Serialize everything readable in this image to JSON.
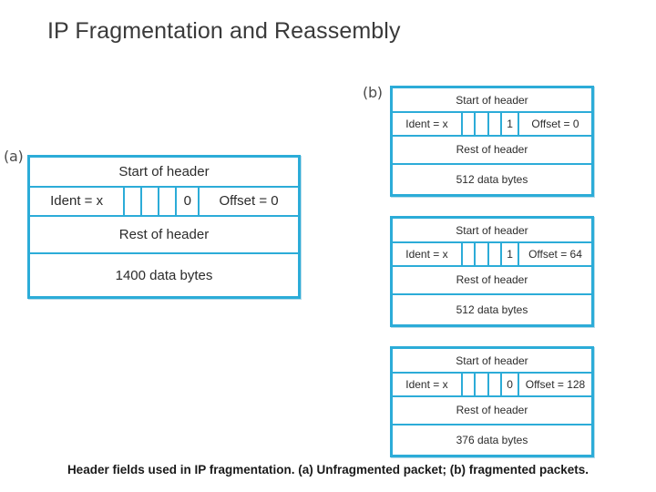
{
  "slide": {
    "title": "IP Fragmentation and Reassembly",
    "caption": "Header fields used in IP fragmentation. (a) Unfragmented packet; (b) fragmented packets.",
    "accent_color": "#2cacd8",
    "text_color": "#2b2b2b",
    "background_color": "#ffffff"
  },
  "groups": [
    {
      "id": "a",
      "label": "(a)"
    },
    {
      "id": "b",
      "label": "(b)"
    }
  ],
  "packets": {
    "unfragmented": {
      "group": "(a)",
      "start_of_header": "Start of header",
      "ident": "Ident = x",
      "blank1": "",
      "blank2": "",
      "blank3": "",
      "more_fragments_flag": "0",
      "offset": "Offset = 0",
      "rest_of_header": "Rest of header",
      "data": "1400 data bytes"
    },
    "fragment1": {
      "group": "(b)",
      "start_of_header": "Start of header",
      "ident": "Ident = x",
      "blank1": "",
      "blank2": "",
      "blank3": "",
      "more_fragments_flag": "1",
      "offset": "Offset = 0",
      "rest_of_header": "Rest of header",
      "data": "512 data bytes"
    },
    "fragment2": {
      "group": "(b)",
      "start_of_header": "Start of header",
      "ident": "Ident = x",
      "blank1": "",
      "blank2": "",
      "blank3": "",
      "more_fragments_flag": "1",
      "offset": "Offset = 64",
      "rest_of_header": "Rest of header",
      "data": "512 data bytes"
    },
    "fragment3": {
      "group": "(b)",
      "start_of_header": "Start of header",
      "ident": "Ident = x",
      "blank1": "",
      "blank2": "",
      "blank3": "",
      "more_fragments_flag": "0",
      "offset": "Offset = 128",
      "rest_of_header": "Rest of header",
      "data": "376 data bytes"
    }
  }
}
